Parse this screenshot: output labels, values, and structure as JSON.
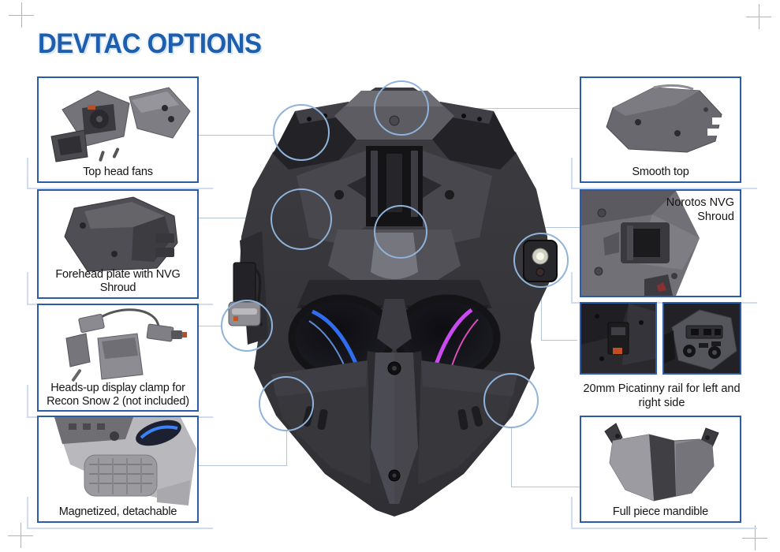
{
  "title": "DEVTAC OPTIONS",
  "colors": {
    "accent_blue": "#1d5fae",
    "box_border": "#2a5ca8",
    "callout_circle": "#8fb3da",
    "connector_line": "#b6c6da",
    "shadow_blue": "#cfdcf1",
    "lens_left_streak": "#2f6cf0",
    "lens_right_streak": "#c94bf0"
  },
  "left_boxes": [
    {
      "label": "Top head fans"
    },
    {
      "label": "Forehead plate with NVG Shroud"
    },
    {
      "label": "Heads-up display clamp for Recon Snow 2 (not included)"
    },
    {
      "label": "Magnetized, detachable"
    }
  ],
  "right_boxes": [
    {
      "label": "Smooth top"
    },
    {
      "label": "Norotos NVG Shroud"
    },
    {
      "label": "20mm Picatinny rail for left and right side"
    },
    {
      "label": "Full piece mandible"
    }
  ]
}
